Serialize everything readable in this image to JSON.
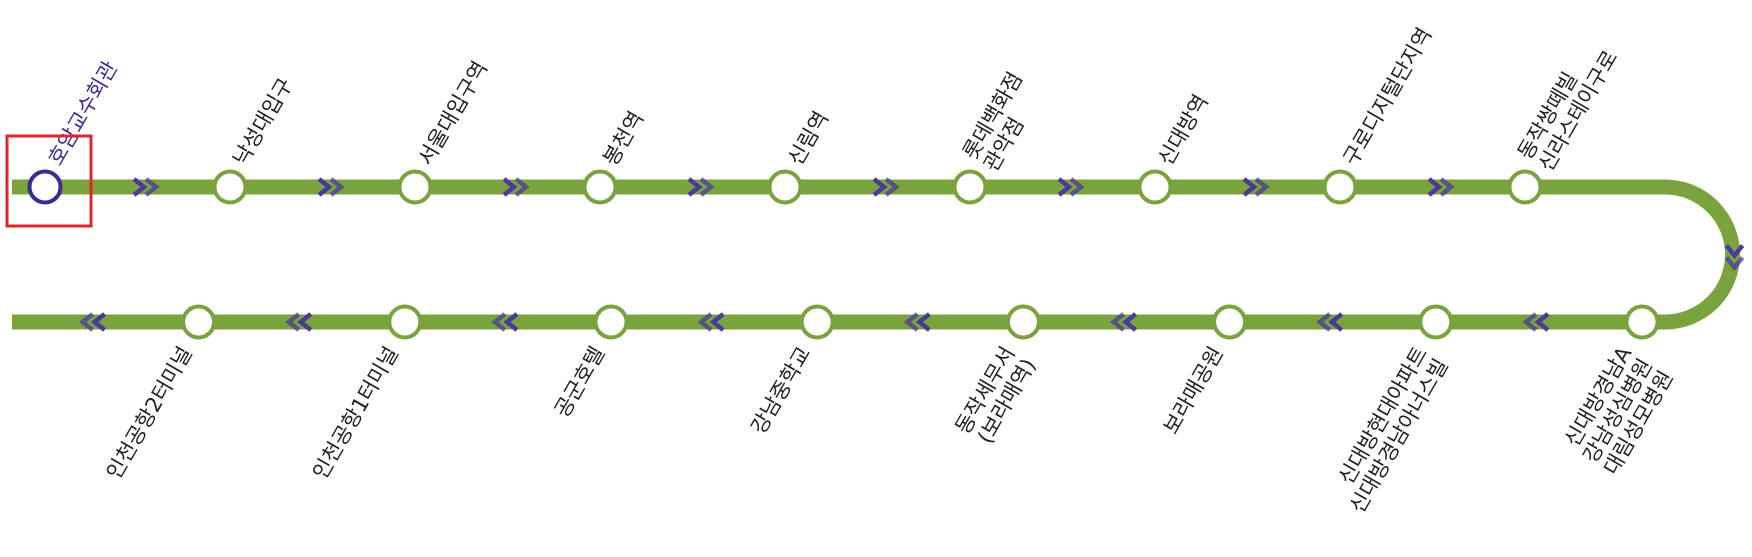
{
  "colors": {
    "line": "#7aa33e",
    "station_fill": "#ffffff",
    "current": "#3d2a96",
    "arrow": "#4a3a9c",
    "highlight": "#e0252b",
    "label": "#222222"
  },
  "route": {
    "current_station_index": 0,
    "top_row": [
      {
        "lines": [
          "호암교수회관"
        ]
      },
      {
        "lines": [
          "낙성대입구"
        ]
      },
      {
        "lines": [
          "서울대입구역"
        ]
      },
      {
        "lines": [
          "봉천역"
        ]
      },
      {
        "lines": [
          "신림역"
        ]
      },
      {
        "lines": [
          "롯데백화점",
          "관악점"
        ]
      },
      {
        "lines": [
          "신대방역"
        ]
      },
      {
        "lines": [
          "구로디지털단지역"
        ]
      },
      {
        "lines": [
          "동작쌍떼빌",
          "신라스테이구로"
        ]
      }
    ],
    "bottom_row": [
      {
        "lines": [
          "신대방경남A",
          "강남성심병원",
          "대림성모병원"
        ]
      },
      {
        "lines": [
          "신대방현대아파트",
          "신대방경남아너스빌"
        ]
      },
      {
        "lines": [
          "보라매공원"
        ]
      },
      {
        "lines": [
          "동작세무서",
          "(보라매역)"
        ]
      },
      {
        "lines": [
          "강남중학교"
        ]
      },
      {
        "lines": [
          "공군호텔"
        ]
      },
      {
        "lines": [
          "인천공항1터미널"
        ]
      },
      {
        "lines": [
          "인천공항2터미널"
        ]
      }
    ]
  },
  "arrows": {
    "forward": "»",
    "backward": "«"
  }
}
